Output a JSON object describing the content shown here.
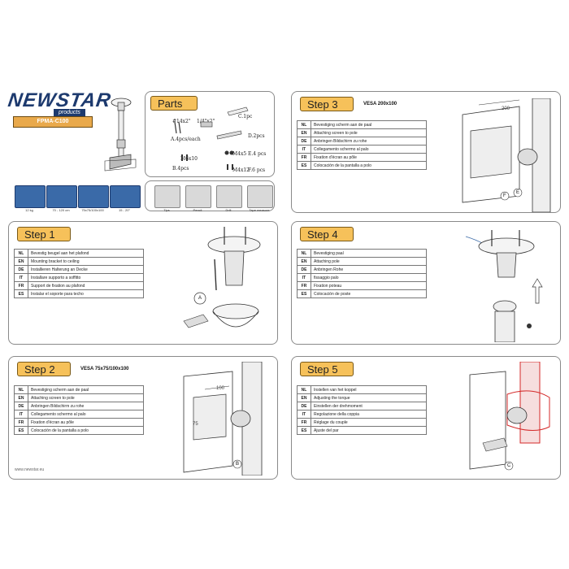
{
  "brand": {
    "name": "NEWSTAR",
    "sub": "products",
    "model": "FPMA-C100"
  },
  "specs": [
    {
      "icon": "weight-icon",
      "label": "12 kg"
    },
    {
      "icon": "height-icon",
      "label": "70 - 120 cm"
    },
    {
      "icon": "vesa-icon",
      "label": "75x75/100x100"
    },
    {
      "icon": "tilt-icon",
      "label": "15 - 20°"
    }
  ],
  "parts": {
    "title": "Parts",
    "labels": {
      "a_size": "#14x2\"",
      "quarter": "1/4\"x2\"",
      "c": "C.1pc",
      "a": "A.4pcs/each",
      "d": "D.2pcs",
      "m6": "M6x10",
      "m4": "M4x5",
      "e": "E.4 pcs",
      "b": "B.4pcs",
      "m4b": "M4x12",
      "f": "F.6 pcs"
    }
  },
  "tools": [
    {
      "icon": "tips-icon",
      "label": "Tips"
    },
    {
      "icon": "pencil-icon",
      "label": "Pencil"
    },
    {
      "icon": "drill-icon",
      "label": "Drill"
    },
    {
      "icon": "tape-measure-icon",
      "label": "Tape measure"
    }
  ],
  "steps": [
    {
      "label": "Step 1",
      "vesa": "",
      "rows": [
        {
          "code": "NL",
          "text": "Bevestig beugel aan het plafond"
        },
        {
          "code": "EN",
          "text": "Mounting bracket to ceiling"
        },
        {
          "code": "DE",
          "text": "Installieren Halterung an Decke"
        },
        {
          "code": "IT",
          "text": "Installare supporto a soffitto"
        },
        {
          "code": "FR",
          "text": "Support de fixation au plafond"
        },
        {
          "code": "ES",
          "text": "Instalar el soporte para techo"
        }
      ],
      "callouts": [
        "A"
      ]
    },
    {
      "label": "Step 2",
      "vesa": "VESA 75x75/100x100",
      "rows": [
        {
          "code": "NL",
          "text": "Bevestiging scherm aan de paal"
        },
        {
          "code": "EN",
          "text": "Attaching screen to pole"
        },
        {
          "code": "DE",
          "text": "Anbringen Bildschirm zu rohe"
        },
        {
          "code": "IT",
          "text": "Collegamento schermo al palo"
        },
        {
          "code": "FR",
          "text": "Fixation d'écran au pôle"
        },
        {
          "code": "ES",
          "text": "Colocación de la pantalla a polo"
        }
      ],
      "callouts": [
        "B"
      ],
      "dims": [
        "100",
        "75"
      ]
    },
    {
      "label": "Step 3",
      "vesa": "VESA 200x100",
      "rows": [
        {
          "code": "NL",
          "text": "Bevestiging scherm aan de paal"
        },
        {
          "code": "EN",
          "text": "Attaching screen to pole"
        },
        {
          "code": "DE",
          "text": "Anbringen Bildschirm zu rohe"
        },
        {
          "code": "IT",
          "text": "Collegamento schermo al palo"
        },
        {
          "code": "FR",
          "text": "Fixation d'écran au pôle"
        },
        {
          "code": "ES",
          "text": "Colocación de la pantalla a polo"
        }
      ],
      "callouts": [
        "F",
        "E"
      ],
      "dims": [
        "200"
      ]
    },
    {
      "label": "Step 4",
      "vesa": "",
      "rows": [
        {
          "code": "NL",
          "text": "Bevestiging paal"
        },
        {
          "code": "EN",
          "text": "Attaching pole"
        },
        {
          "code": "DE",
          "text": "Anbringen Rohe"
        },
        {
          "code": "IT",
          "text": "fissaggio palo"
        },
        {
          "code": "FR",
          "text": "Fixation poteau"
        },
        {
          "code": "ES",
          "text": "Colocación de poste"
        }
      ],
      "callouts": []
    },
    {
      "label": "Step 5",
      "vesa": "",
      "rows": [
        {
          "code": "NL",
          "text": "Instellen van het koppel"
        },
        {
          "code": "EN",
          "text": "Adjusting the torque"
        },
        {
          "code": "DE",
          "text": "Einstellen der drehmoment"
        },
        {
          "code": "IT",
          "text": "Regolazione della coppia"
        },
        {
          "code": "FR",
          "text": "Réglage du couple"
        },
        {
          "code": "ES",
          "text": "Ajuste del par"
        }
      ],
      "callouts": [
        "C"
      ]
    }
  ],
  "footer": "www.newstar.eu",
  "colors": {
    "accent": "#f6c15a",
    "brand": "#1d3a6e",
    "spec": "#3a6aa8",
    "highlight": "#d42a2a"
  }
}
